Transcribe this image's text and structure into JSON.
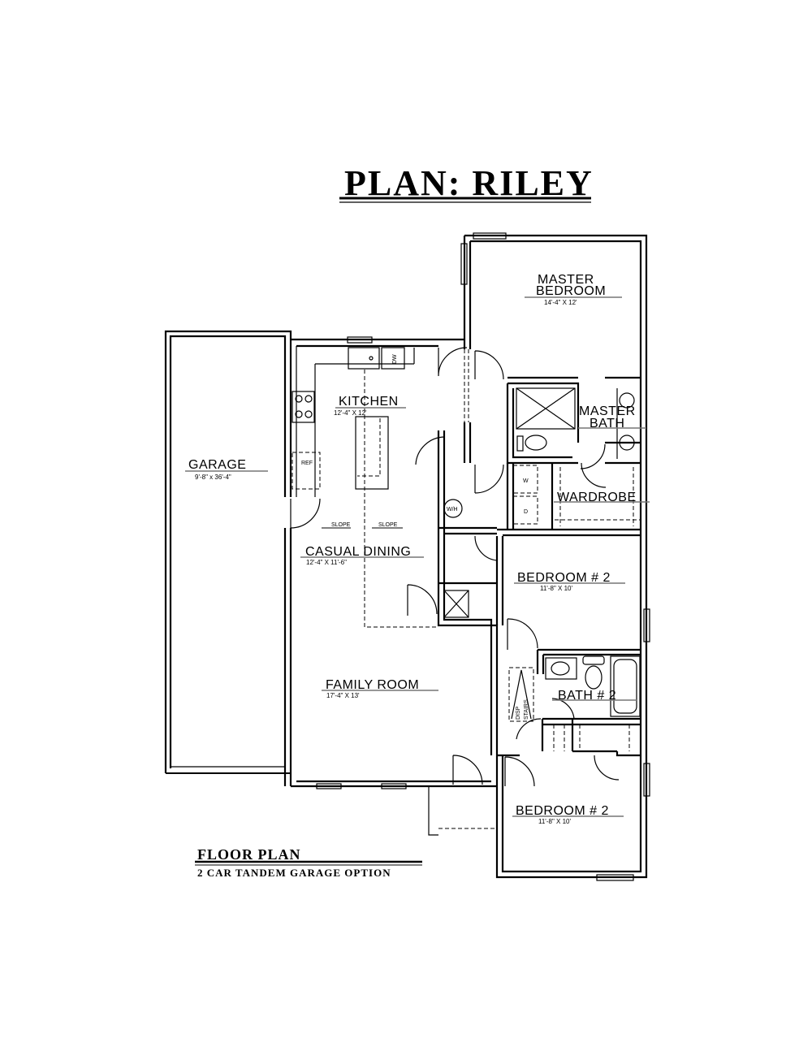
{
  "title": "PLAN:  RILEY",
  "rooms": {
    "master_bedroom": {
      "line1": "MASTER",
      "line2": "BEDROOM",
      "dims": "14'-4\" X 12'"
    },
    "master_bath": {
      "line1": "MASTER",
      "line2": "BATH"
    },
    "wardrobe": {
      "name": "WARDROBE"
    },
    "kitchen": {
      "name": "KITCHEN",
      "dims": "12'-4\" X 12'"
    },
    "garage": {
      "name": "GARAGE",
      "dims": "9'-8\" x 36'-4\""
    },
    "casual_dining": {
      "name": "CASUAL DINING",
      "dims": "12'-4\" X 11'-6\""
    },
    "family_room": {
      "name": "FAMILY ROOM",
      "dims": "17'-4\" X 13'"
    },
    "bedroom_2a": {
      "name": "BEDROOM # 2",
      "dims": "11'-8\" X 10'"
    },
    "bath_2": {
      "name": "BATH # 2"
    },
    "bedroom_2b": {
      "name": "BEDROOM # 2",
      "dims": "11'-8\" X 10'"
    }
  },
  "fixtures": {
    "ref": "REF",
    "dw": "DW",
    "wh": "W/H",
    "washer": "W",
    "dryer": "D",
    "disp": "DISP",
    "stairs": "STAIRS",
    "slope": "SLOPE"
  },
  "caption": {
    "title": "FLOOR PLAN",
    "subtitle": "2 CAR TANDEM GARAGE OPTION"
  }
}
